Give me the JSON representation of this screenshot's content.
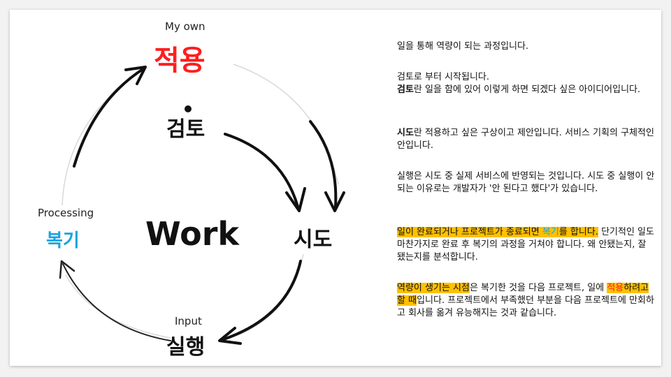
{
  "diagram": {
    "top_caption": "My own",
    "top_title": "적용",
    "inner_title": "검토",
    "right_title": "시도",
    "left_caption": "Processing",
    "left_title": "복기",
    "bottom_caption": "Input",
    "bottom_title": "실행",
    "center_title": "Work",
    "colors": {
      "red": "#ff1e1e",
      "blue": "#1aa3e0",
      "highlight": "#ffc000"
    }
  },
  "notes": {
    "p1": "일을 통해 역량이 되는 과정입니다.",
    "p2_line1": "검토로 부터 시작됩니다.",
    "p2_bold": "검토",
    "p2_rest": "란 일을 함에 있어 이렇게 하면 되겠다 싶은 아이디어입니다.",
    "p3_bold": "시도",
    "p3_rest": "란 적용하고 싶은 구상이고 제안입니다. 서비스 기획의 구체적인 안입니다.",
    "p4": "실행은 시도 중 실제 서비스에 반영되는 것입니다. 시도 중 실행이 안 되는 이유로는 개발자가 '안 된다고 했다'가 있습니다.",
    "p5_hl_a": "일이 완료되거나 프로젝트가 종료되면 ",
    "p5_hl_word": "복기",
    "p5_hl_b": "를 합니다.",
    "p5_rest": "단기적인 일도 마찬가지로 완료 후 복기의 과정을 거쳐야 합니다. 왜 안됐는지, 잘 됐는지를 분석합니다.",
    "p6_hl_a": "역량이 생기는 시점",
    "p6_mid": "은 복기한 것을 다음 프로젝트, 일에 ",
    "p6_hl_word": "적용",
    "p6_hl_b": "하려고 할 때",
    "p6_rest": "입니다. 프로젝트에서 부족했던 부분을 다음 프로젝트에 만회하고 회사를 옮겨 유능해지는 것과 같습니다."
  }
}
